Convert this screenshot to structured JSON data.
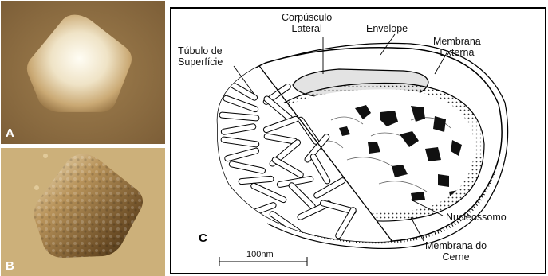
{
  "panels": {
    "a": {
      "letter": "A"
    },
    "b": {
      "letter": "B"
    },
    "c": {
      "letter": "C"
    }
  },
  "labels": {
    "corpusculo_lateral": [
      "Corpúsculo",
      "Lateral"
    ],
    "envelope": "Envelope",
    "membrana_externa": [
      "Membrana",
      "Externa"
    ],
    "tubulo_superficie": [
      "Túbulo de",
      "Superfície"
    ],
    "nucleossomo": "Nucleossomo",
    "membrana_cerne": [
      "Membrana do",
      "Cerne"
    ]
  },
  "scale_bar": {
    "text": "100nm"
  },
  "colors": {
    "panel_a_bg": "#8a6a42",
    "panel_a_particle": "#f2ead6",
    "panel_b_bg": "#c9ab74",
    "panel_b_particle": "#8d6a3b",
    "ink": "#000000"
  }
}
